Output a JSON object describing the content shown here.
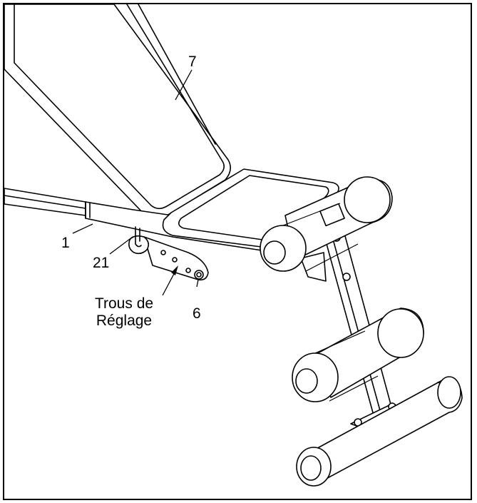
{
  "callouts": {
    "seat": "7",
    "frame": "1",
    "pin": "21",
    "bracket": "6",
    "holes_line1": "Trous de",
    "holes_line2": "Réglage"
  }
}
